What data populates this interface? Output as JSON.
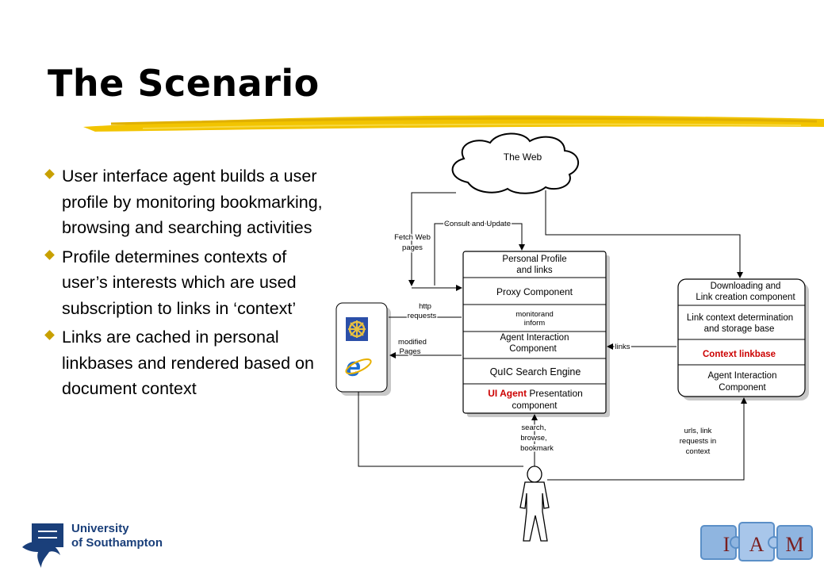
{
  "slide": {
    "title": "The Scenario",
    "bullets": [
      "User interface agent builds a user profile by monitoring bookmarking, browsing and searching activities",
      "Profile determines contexts of user’s interests which are used subscription to links in ‘context’",
      "Links are cached in personal linkbases and rendered based on document context"
    ]
  },
  "diagram": {
    "cloud_label": "The Web",
    "left_stack": {
      "personal_profile": [
        "Personal Profile",
        "and links"
      ],
      "proxy": "Proxy Component",
      "monitor": [
        "monitorand",
        "inform"
      ],
      "agent_interaction": [
        "Agent Interaction",
        "Component"
      ],
      "quic": "QuIC Search Engine",
      "ui_agent_red": "UI Agent",
      "ui_agent_rest": "Presentation",
      "ui_agent_line2": "component"
    },
    "right_stack": {
      "downloading": [
        "Downloading and",
        "Link creation component"
      ],
      "link_context": [
        "Link context determination",
        "and storage base"
      ],
      "context_linkbase": "Context linkbase",
      "agent_interaction": [
        "Agent Interaction",
        "Component"
      ]
    },
    "arrow_labels": {
      "consult": "Consult and Update",
      "fetch": [
        "Fetch Web",
        "pages"
      ],
      "http": [
        "http",
        "requests"
      ],
      "modified": [
        "modified",
        "Pages"
      ],
      "links": "links",
      "search": [
        "search,",
        "browse,",
        "bookmark"
      ],
      "urls": [
        "urls, link",
        "requests in",
        "context"
      ]
    },
    "accent_red": "#cc0000"
  },
  "footer": {
    "university": [
      "University",
      "of Southampton"
    ],
    "iam_letters": [
      "I",
      "A",
      "M"
    ]
  },
  "colors": {
    "bullet": "#c8a000",
    "brush": "#f2c400",
    "university_blue": "#1a3f7a",
    "iam_blue": "#5b8fc7"
  }
}
